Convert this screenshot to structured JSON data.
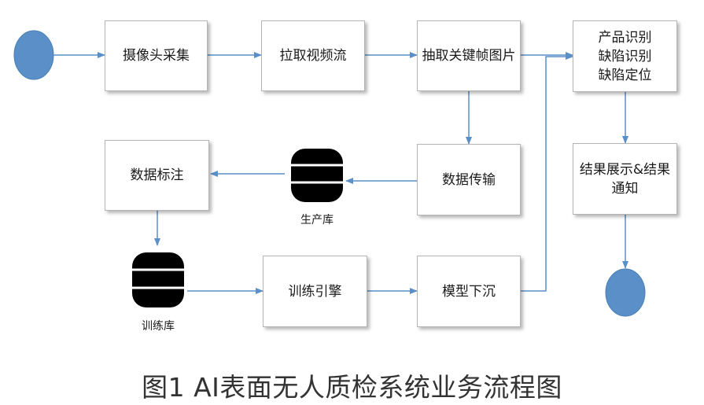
{
  "nodes": {
    "camera": "摄像头采集",
    "stream": "拉取视频流",
    "keyframe": "抽取关键帧图片",
    "recognize": [
      "产品识别",
      "缺陷识别",
      "缺陷定位"
    ],
    "result": [
      "结果展示&结果",
      "通知"
    ],
    "transfer": "数据传输",
    "annotate": "数据标注",
    "engine": "训练引擎",
    "deploy": "模型下沉"
  },
  "databases": {
    "production": "生产库",
    "training": "训练库"
  },
  "caption": "图1  AI表面无人质检系统业务流程图",
  "colors": {
    "arrow": "#5b8fc7",
    "terminal": "#5b8fc7",
    "db": "#000000",
    "box_border": "#b4b4b4"
  }
}
